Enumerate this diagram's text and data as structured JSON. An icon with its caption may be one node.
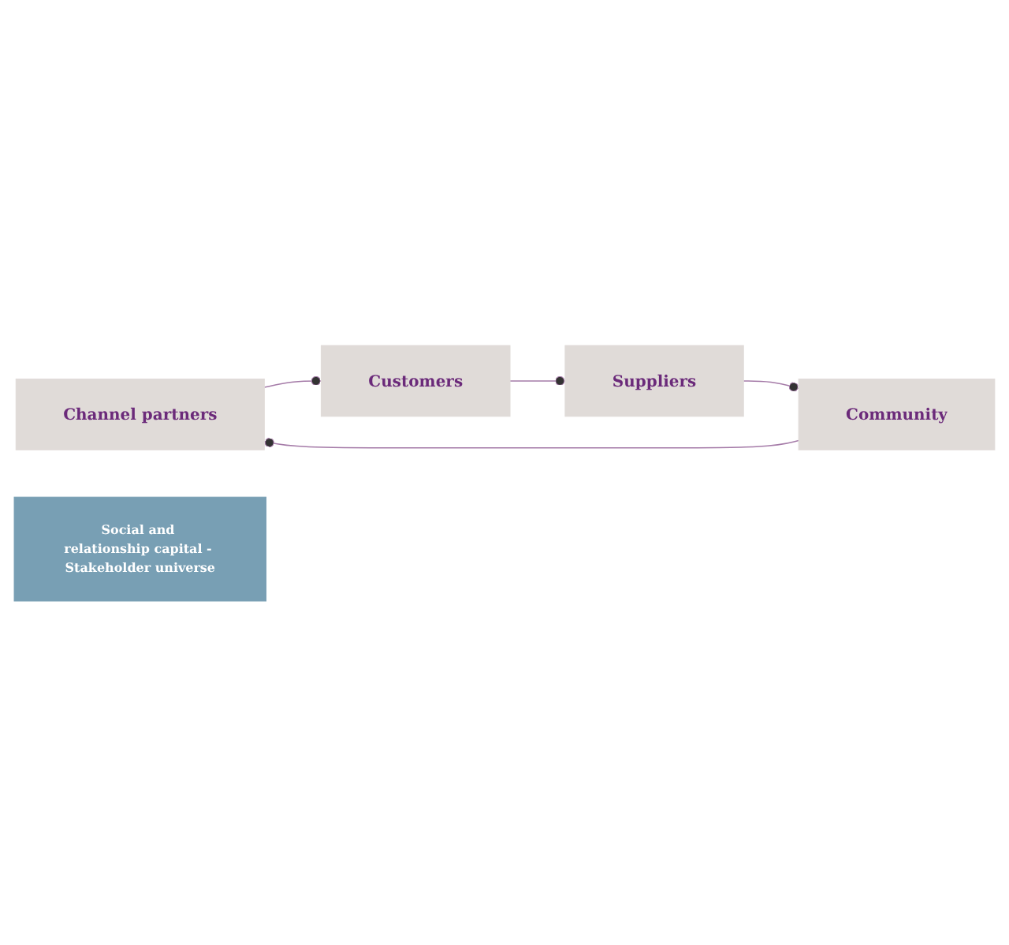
{
  "diagram": {
    "nodes": [
      {
        "text": [
          "Channel partners"
        ]
      },
      {
        "text": [
          "Customers"
        ]
      },
      {
        "text": [
          "Social and relationship capital - Stakeholder universe"
        ]
      },
      {
        "text": [
          "Community"
        ]
      },
      {
        "text": [
          "Suppliers"
        ]
      }
    ],
    "edges": [
      {
        "from": 0,
        "to": 1,
        "arrow": "other"
      },
      {
        "from": 1,
        "to": 4,
        "arrow": "other"
      },
      {
        "from": 4,
        "to": 3,
        "arrow": "other"
      },
      {
        "from": 3,
        "to": 0,
        "arrow": "other"
      }
    ]
  }
}
